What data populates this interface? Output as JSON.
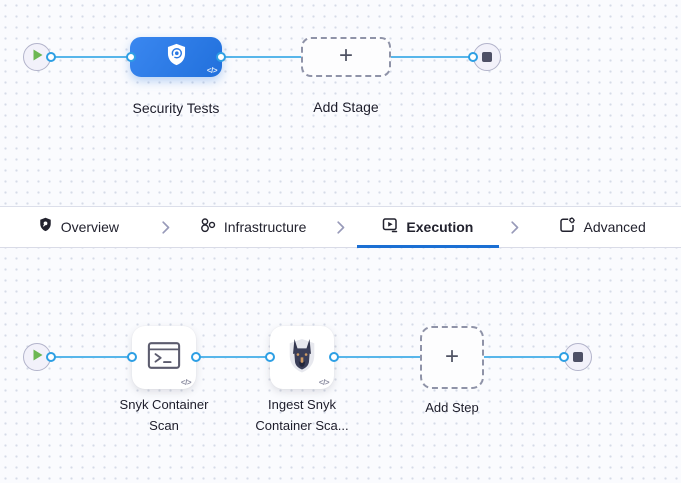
{
  "stage_pipeline": {
    "stage": {
      "label": "Security Tests",
      "icon": "security-shield-icon",
      "code_badge": "</>"
    },
    "add_stage": {
      "label": "Add Stage",
      "plus": "+"
    }
  },
  "tab_bar": {
    "tabs": [
      {
        "label": "Overview",
        "icon": "shield-icon",
        "active": false
      },
      {
        "label": "Infrastructure",
        "icon": "infrastructure-icon",
        "active": false
      },
      {
        "label": "Execution",
        "icon": "execution-play-icon",
        "active": true
      },
      {
        "label": "Advanced",
        "icon": "advanced-settings-icon",
        "active": false
      }
    ]
  },
  "step_pipeline": {
    "steps": [
      {
        "label1": "Snyk Container",
        "label2": "Scan",
        "icon": "terminal-icon",
        "code_badge": "</>"
      },
      {
        "label1": "Ingest Snyk",
        "label2": "Container Sca...",
        "icon": "snyk-dog-icon",
        "code_badge": "</>"
      }
    ],
    "add_step": {
      "label": "Add Step",
      "plus": "+"
    }
  },
  "colors": {
    "accent_blue": "#1b6fd3",
    "edge_blue": "#58b6ea",
    "stage_blue_start": "#3a87f0",
    "stage_blue_end": "#2170dc",
    "play_green": "#6cb753",
    "stop_gray": "#4e5066",
    "canvas_bg": "#fafbfe"
  }
}
